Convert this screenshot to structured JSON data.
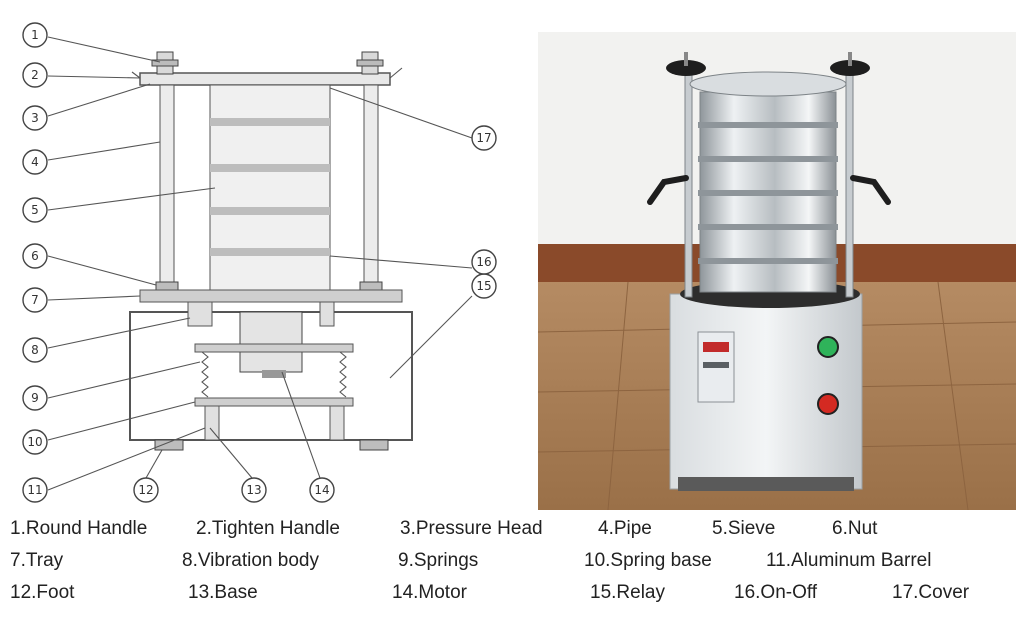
{
  "callouts": [
    "1",
    "2",
    "3",
    "4",
    "5",
    "6",
    "7",
    "8",
    "9",
    "10",
    "11",
    "12",
    "13",
    "14",
    "15",
    "16",
    "17"
  ],
  "legend": [
    "1.Round Handle",
    "2.Tighten Handle",
    "3.Pressure Head",
    "4.Pipe",
    "5.Sieve",
    "6.Nut",
    "7.Tray",
    "8.Vibration body",
    "9.Springs",
    "10.Spring base",
    "11.Aluminum Barrel",
    "12.Foot",
    "13.Base",
    "14.Motor",
    "15.Relay",
    "16.On-Off",
    "17.Cover"
  ],
  "colors": {
    "wall": "#f2f2f0",
    "floor": "#a9805a",
    "steel": "#cfd3d6",
    "switch_green": "#2fb35a",
    "switch_red": "#d42a22"
  }
}
